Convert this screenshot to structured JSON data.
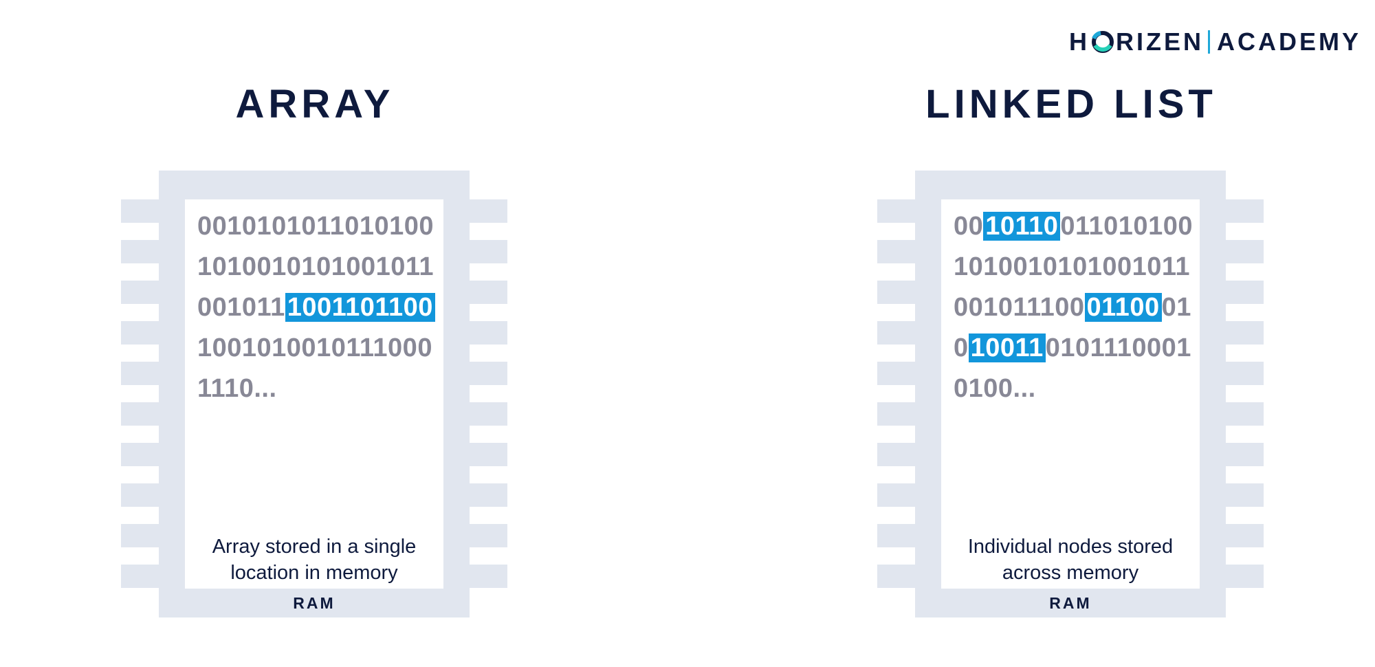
{
  "logo": {
    "part1": "H",
    "part2": "RIZEN",
    "part3": "ACADEMY"
  },
  "panels": [
    {
      "title": "ARRAY",
      "lines": [
        [
          {
            "t": "0010101011010100",
            "hl": false
          }
        ],
        [
          {
            "t": "1010010101001011",
            "hl": false
          }
        ],
        [
          {
            "t": "001011",
            "hl": false
          },
          {
            "t": "1001101100",
            "hl": true
          }
        ],
        [
          {
            "t": "1001010010111000",
            "hl": false
          }
        ],
        [
          {
            "t": "1110...",
            "hl": false
          }
        ]
      ],
      "caption_line1": "Array stored in a single",
      "caption_line2": "location in memory",
      "ram": "RAM"
    },
    {
      "title": "LINKED LIST",
      "lines": [
        [
          {
            "t": "00",
            "hl": false
          },
          {
            "t": "10110",
            "hl": true
          },
          {
            "t": "011010100",
            "hl": false
          }
        ],
        [
          {
            "t": "1010010101001011",
            "hl": false
          }
        ],
        [
          {
            "t": "001011100",
            "hl": false
          },
          {
            "t": "01100",
            "hl": true
          },
          {
            "t": "01",
            "hl": false
          }
        ],
        [
          {
            "t": "0",
            "hl": false
          },
          {
            "t": "10011",
            "hl": true
          },
          {
            "t": "0101110001",
            "hl": false
          }
        ],
        [
          {
            "t": "0100...",
            "hl": false
          }
        ]
      ],
      "caption_line1": "Individual nodes stored",
      "caption_line2": "across memory",
      "ram": "RAM"
    }
  ],
  "colors": {
    "navy": "#0e1a3d",
    "chip": "#e1e6ef",
    "binary": "#888896",
    "highlight": "#1296db"
  }
}
